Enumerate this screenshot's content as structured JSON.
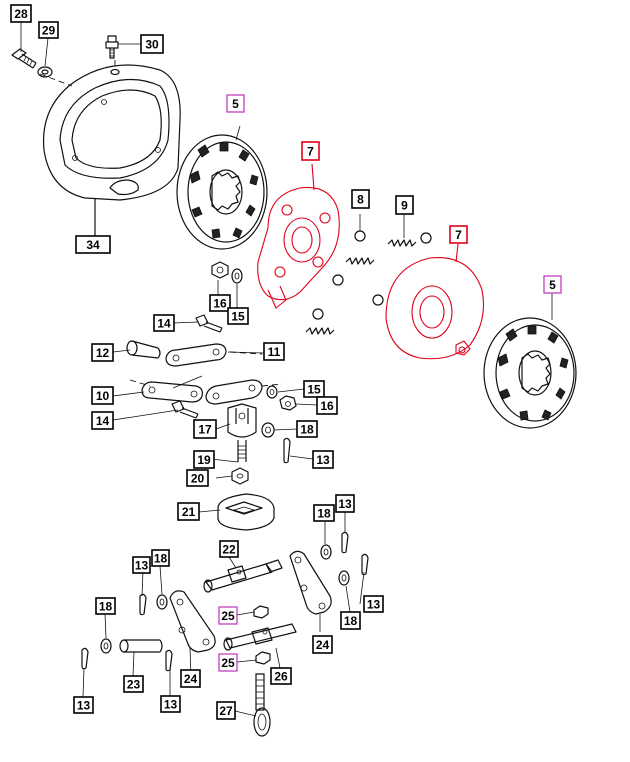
{
  "colors": {
    "outline": "#111111",
    "callout_black": "#000000",
    "callout_magenta": "#c040c0",
    "callout_red": "#e0001a",
    "highlight_parts": "#e0001a"
  },
  "callouts": [
    {
      "id": "c28",
      "text": "28",
      "style": "black"
    },
    {
      "id": "c29",
      "text": "29",
      "style": "black"
    },
    {
      "id": "c30",
      "text": "30",
      "style": "black"
    },
    {
      "id": "c34",
      "text": "34",
      "style": "black"
    },
    {
      "id": "c5a",
      "text": "5",
      "style": "magenta"
    },
    {
      "id": "c7a",
      "text": "7",
      "style": "red"
    },
    {
      "id": "c8",
      "text": "8",
      "style": "black"
    },
    {
      "id": "c9",
      "text": "9",
      "style": "black"
    },
    {
      "id": "c7b",
      "text": "7",
      "style": "red"
    },
    {
      "id": "c5b",
      "text": "5",
      "style": "magenta"
    },
    {
      "id": "c16a",
      "text": "16",
      "style": "black"
    },
    {
      "id": "c15a",
      "text": "15",
      "style": "black"
    },
    {
      "id": "c14a",
      "text": "14",
      "style": "black"
    },
    {
      "id": "c12",
      "text": "12",
      "style": "black"
    },
    {
      "id": "c11",
      "text": "11",
      "style": "black"
    },
    {
      "id": "c10",
      "text": "10",
      "style": "black"
    },
    {
      "id": "c15b",
      "text": "15",
      "style": "black"
    },
    {
      "id": "c16b",
      "text": "16",
      "style": "black"
    },
    {
      "id": "c14b",
      "text": "14",
      "style": "black"
    },
    {
      "id": "c17",
      "text": "17",
      "style": "black"
    },
    {
      "id": "c18a",
      "text": "18",
      "style": "black"
    },
    {
      "id": "c19",
      "text": "19",
      "style": "black"
    },
    {
      "id": "c13a",
      "text": "13",
      "style": "black"
    },
    {
      "id": "c20",
      "text": "20",
      "style": "black"
    },
    {
      "id": "c21",
      "text": "21",
      "style": "black"
    },
    {
      "id": "c18b",
      "text": "18",
      "style": "black"
    },
    {
      "id": "c13b",
      "text": "13",
      "style": "black"
    },
    {
      "id": "c22",
      "text": "22",
      "style": "black"
    },
    {
      "id": "c13c",
      "text": "13",
      "style": "black"
    },
    {
      "id": "c18c",
      "text": "18",
      "style": "black"
    },
    {
      "id": "c13d",
      "text": "13",
      "style": "black"
    },
    {
      "id": "c18d",
      "text": "18",
      "style": "black"
    },
    {
      "id": "c25a",
      "text": "25",
      "style": "magenta"
    },
    {
      "id": "c18e",
      "text": "18",
      "style": "black"
    },
    {
      "id": "c24a",
      "text": "24",
      "style": "black"
    },
    {
      "id": "c25b",
      "text": "25",
      "style": "magenta"
    },
    {
      "id": "c26",
      "text": "26",
      "style": "black"
    },
    {
      "id": "c23",
      "text": "23",
      "style": "black"
    },
    {
      "id": "c24b",
      "text": "24",
      "style": "black"
    },
    {
      "id": "c13e",
      "text": "13",
      "style": "black"
    },
    {
      "id": "c13f",
      "text": "13",
      "style": "black"
    },
    {
      "id": "c27",
      "text": "27",
      "style": "black"
    }
  ]
}
